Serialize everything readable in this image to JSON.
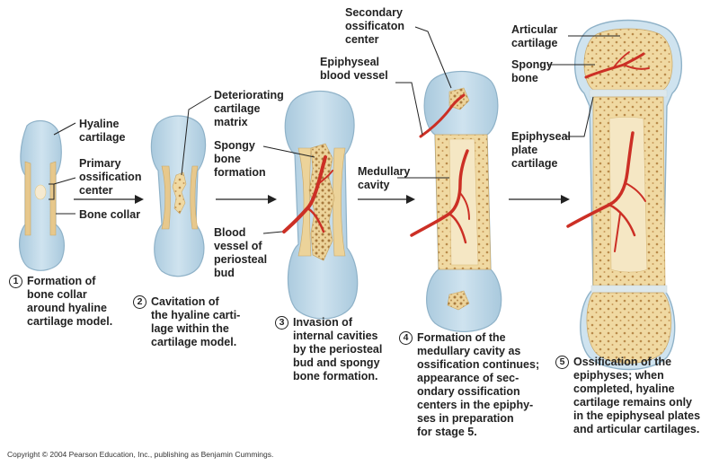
{
  "colors": {
    "cartilage": "#bcd6e6",
    "cartilage_edge": "#8fb2c8",
    "bone": "#f1dca8",
    "bone_edge": "#c9a766",
    "spongy": "#e8c98a",
    "vessel": "#cc2f25"
  },
  "labels": {
    "hyaline_cartilage": "Hyaline\ncartilage",
    "primary_ossification": "Primary\nossification\ncenter",
    "bone_collar": "Bone collar",
    "deteriorating_matrix": "Deteriorating\ncartilage\nmatrix",
    "spongy_formation": "Spongy\nbone\nformation",
    "blood_vessel_periosteal": "Blood\nvessel of\nperiosteal\nbud",
    "secondary_center": "Secondary\nossificaton\ncenter",
    "epiphyseal_vessel": "Epiphyseal\nblood vessel",
    "medullary_cavity": "Medullary\ncavity",
    "articular_cartilage": "Articular\ncartilage",
    "spongy_bone": "Spongy\nbone",
    "epiphyseal_plate": "Epiphyseal\nplate\ncartilage"
  },
  "stages": [
    {
      "number": "1",
      "caption": "Formation of\nbone collar\naround hyaline\ncartilage model."
    },
    {
      "number": "2",
      "caption": "Cavitation of\nthe hyaline carti-\nlage within the\ncartilage model."
    },
    {
      "number": "3",
      "caption": "Invasion of\ninternal cavities\nby the periosteal\nbud and spongy\nbone formation."
    },
    {
      "number": "4",
      "caption": "Formation of the\nmedullary cavity as\nossification continues;\nappearance of sec-\nondary ossification\ncenters in the epiphy-\nses in preparation\nfor stage 5."
    },
    {
      "number": "5",
      "caption": "Ossification of the\nepiphyses; when\ncompleted, hyaline\ncartilage remains only\nin the epiphyseal plates\nand articular cartilages."
    }
  ],
  "copyright": "Copyright © 2004 Pearson Education, Inc., publishing as Benjamin Cummings."
}
